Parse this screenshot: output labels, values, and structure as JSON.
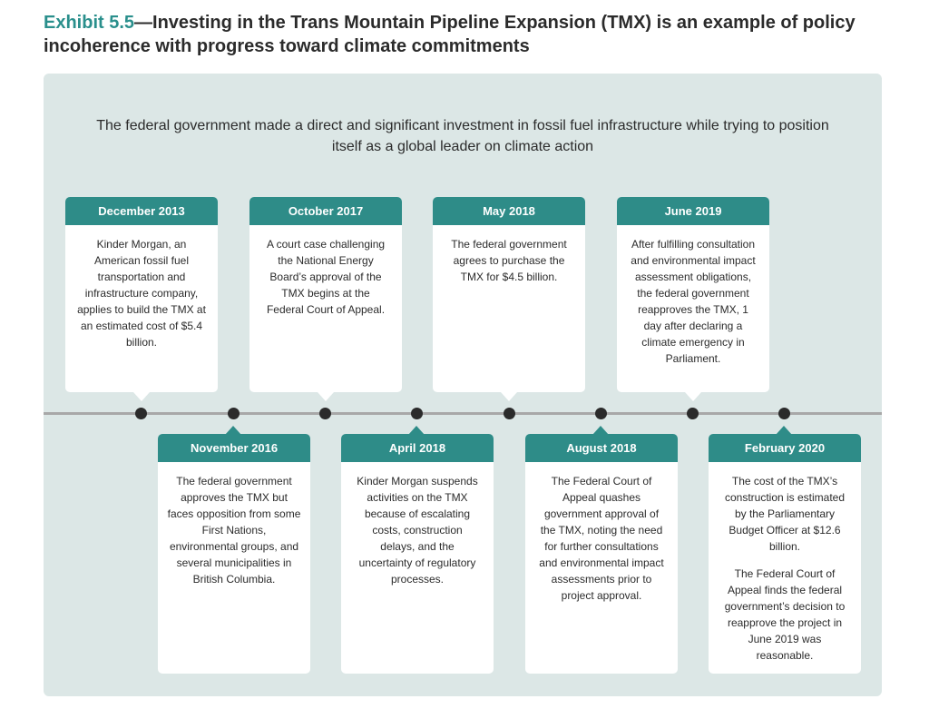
{
  "title": {
    "exhibit": "Exhibit 5.5",
    "text": "—Investing in the Trans Mountain Pipeline Expansion (TMX) is an example of policy incoherence with progress toward climate commitments"
  },
  "subtitle": "The federal government made a direct and significant investment in fossil fuel infrastructure while trying to position itself as a global leader on climate action",
  "top_events": [
    {
      "date": "December 2013",
      "text": "Kinder Morgan, an American fossil fuel transportation and infrastructure company, applies to build the TMX at an estimated cost of $5.4 billion."
    },
    {
      "date": "October 2017",
      "text": "A court case challenging the National Energy Board’s approval of the TMX begins at the Federal Court of Appeal."
    },
    {
      "date": "May 2018",
      "text": "The federal government agrees to purchase the TMX for $4.5 billion."
    },
    {
      "date": "June 2019",
      "text": "After fulfilling consultation and environmental impact assessment obligations, the federal government reapproves the TMX, 1 day after declaring a climate emergency in Parliament."
    }
  ],
  "bottom_events": [
    {
      "date": "November 2016",
      "text": "The federal government approves the TMX but faces opposition from some First Nations, environmental groups, and several municipalities in British Columbia."
    },
    {
      "date": "April 2018",
      "text": "Kinder Morgan suspends activities on the TMX because of escalating costs, construction delays, and the uncertainty of regulatory processes."
    },
    {
      "date": "August 2018",
      "text": "The Federal Court of Appeal quashes government approval of the TMX, noting the need for further consultations and environmental impact assessments prior to project approval."
    },
    {
      "date": "February 2020",
      "text": "The cost of the TMX’s construction is estimated by the Parliamentary Budget Officer at $12.6 billion.",
      "text2": "The Federal Court of Appeal finds the federal government’s decision to reapprove the project in June 2019 was reasonable."
    }
  ],
  "colors": {
    "accent": "#2e8c88",
    "panel": "#dce7e6",
    "line": "#a8a8a8",
    "dot": "#2b2b2b"
  }
}
